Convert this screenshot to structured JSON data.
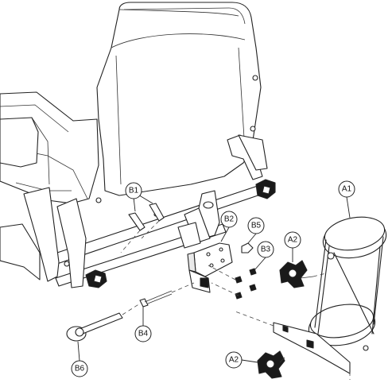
{
  "callouts": {
    "a1": "A1",
    "a2_top": "A2",
    "a2_bottom": "A2",
    "b1": "B1",
    "b2": "B2",
    "b3": "B3",
    "b4": "B4",
    "b5": "B5",
    "b6": "B6"
  }
}
